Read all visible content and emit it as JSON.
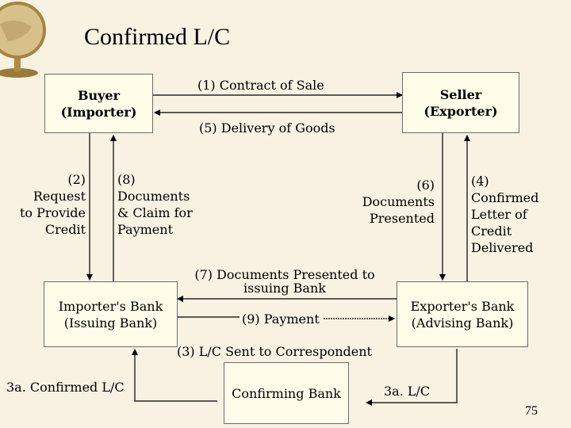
{
  "title": "Confirmed L/C",
  "boxes": {
    "buyer": "Buyer\n(Importer)",
    "seller": "Seller\n(Exporter)",
    "importers_bank": "Importer's Bank\n(Issuing Bank)",
    "exporters_bank": "Exporter's Bank\n(Advising Bank)",
    "confirming_bank": "Confirming Bank"
  },
  "steps": {
    "s1": "(1) Contract of Sale",
    "s2": "(2)\nRequest\nto Provide\nCredit",
    "s3": "(3) L/C Sent to Correspondent",
    "s3a_left": "3a. Confirmed L/C",
    "s3a_right": "3a. L/C",
    "s4": "(4)\nConfirmed\nLetter of\nCredit\nDelivered",
    "s5": "(5) Delivery of Goods",
    "s6": "(6)\nDocuments\nPresented",
    "s7": "(7) Documents Presented to\nissuing Bank",
    "s8": "(8)\nDocuments\n& Claim for\nPayment",
    "s9": "(9) Payment"
  },
  "page_number": "75",
  "colors": {
    "background": "#f7f2e2",
    "box_fill": "#fffde9",
    "line": "#000000"
  }
}
